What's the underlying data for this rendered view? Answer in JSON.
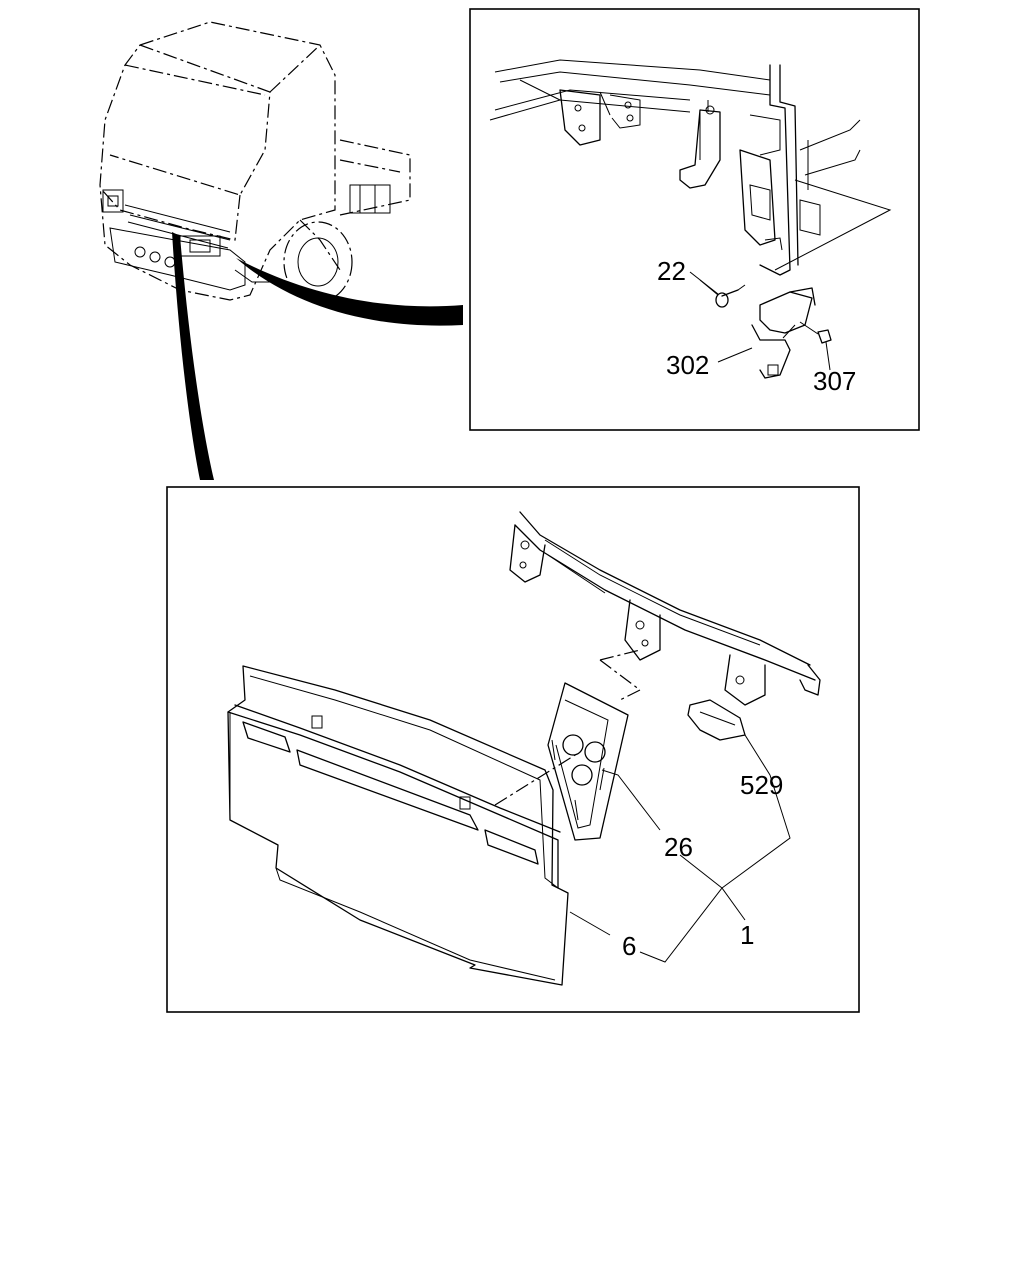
{
  "callouts": {
    "c22": "22",
    "c302": "302",
    "c307": "307",
    "c529": "529",
    "c26": "26",
    "c1": "1",
    "c6": "6"
  }
}
